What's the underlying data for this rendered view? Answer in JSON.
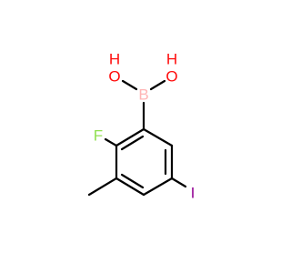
{
  "molecule": {
    "atoms": {
      "o_left": "O",
      "h_left": "H",
      "o_right": "O",
      "h_right": "H",
      "boron": "B",
      "fluorine": "F",
      "iodine": "I"
    }
  },
  "colors": {
    "bond": "#000000",
    "oxygen": "#ff0d0d",
    "boron": "#ffb5b5",
    "fluorine": "#90e050",
    "iodine": "#940094"
  }
}
